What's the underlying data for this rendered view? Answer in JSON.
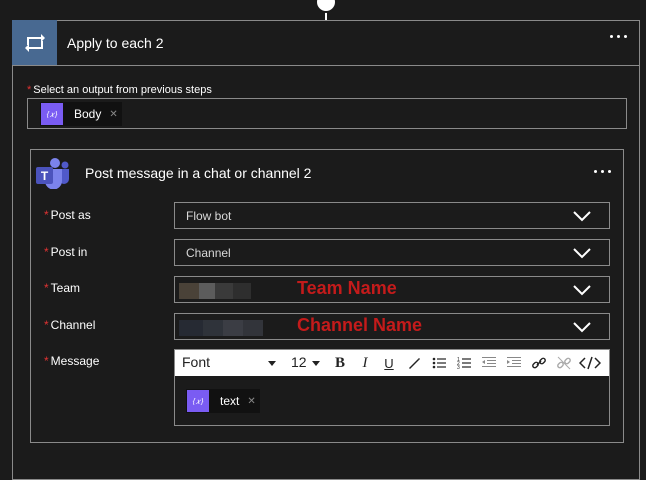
{
  "apply_loop": {
    "title": "Apply to each 2",
    "select_label": "Select an output from previous steps",
    "output_token": "Body"
  },
  "post_action": {
    "title": "Post message in a chat or channel 2",
    "fields": {
      "post_as": {
        "label": "Post as",
        "value": "Flow bot"
      },
      "post_in": {
        "label": "Post in",
        "value": "Channel"
      },
      "team": {
        "label": "Team",
        "overlay": "Team Name"
      },
      "channel": {
        "label": "Channel",
        "overlay": "Channel Name"
      },
      "message": {
        "label": "Message",
        "token": "text"
      }
    },
    "toolbar": {
      "font": "Font",
      "size": "12"
    }
  },
  "colors": {
    "background": "#1b1b1b",
    "loop_icon_bg": "#486991",
    "token_icon_bg": "#7a5cf3",
    "required_asterisk": "#e03232",
    "annotation_red": "#c41b1b"
  }
}
